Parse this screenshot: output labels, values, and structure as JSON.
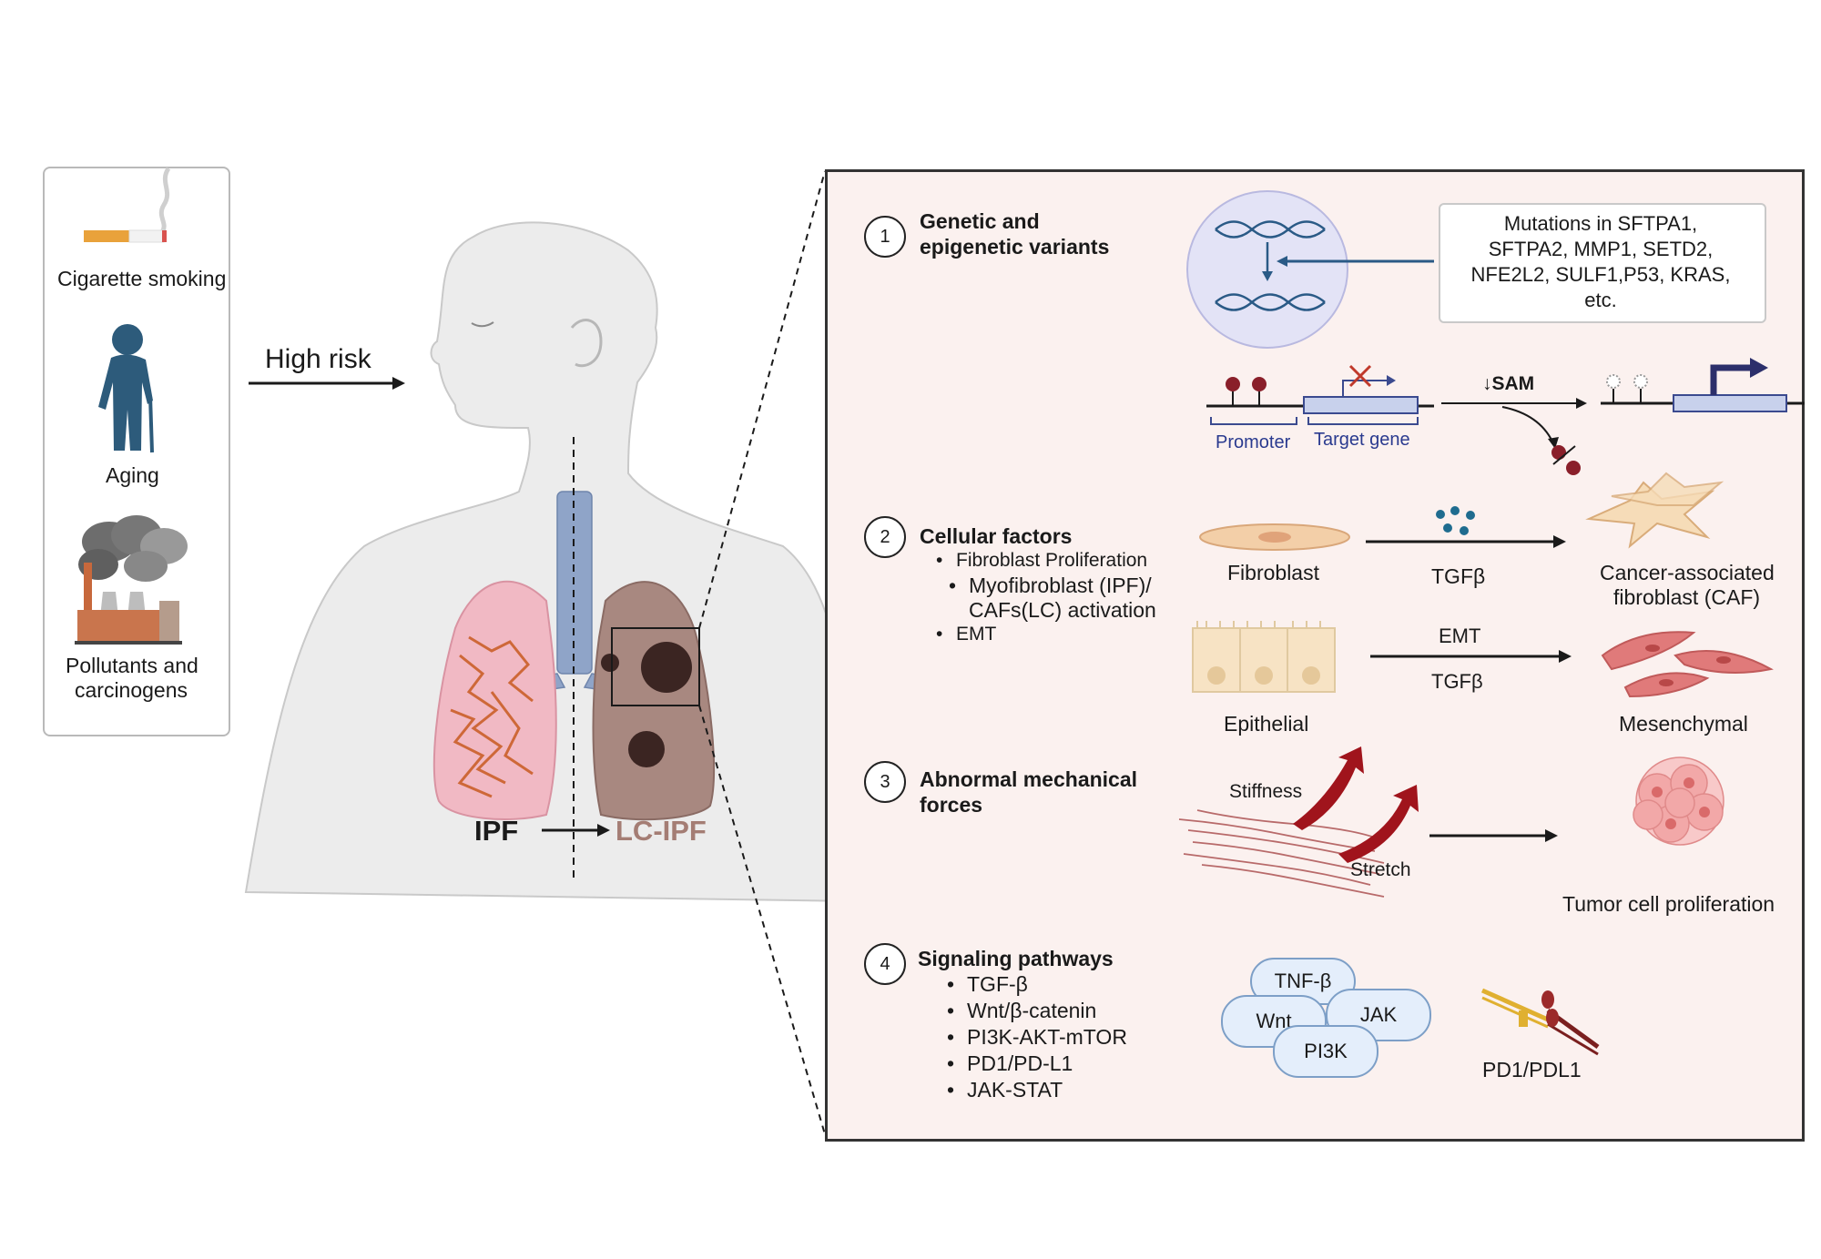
{
  "risk_factors": {
    "smoking": "Cigarette smoking",
    "aging": "Aging",
    "pollutants_line1": "Pollutants and",
    "pollutants_line2": "carcinogens"
  },
  "high_risk_label": "High risk",
  "body_labels": {
    "ipf": "IPF",
    "lc_ipf": "LC-IPF"
  },
  "colors": {
    "ipf_lung": "#f1b9c4",
    "lc_lung": "#a88880",
    "panel_bg": "#fbf1ef",
    "trachea": "#8fa4c8"
  },
  "sections": [
    {
      "number": "1",
      "title_line1": "Genetic and",
      "title_line2": "epigenetic variants",
      "mutations_line1": "Mutations in SFTPA1,",
      "mutations_line2": "SFTPA2, MMP1, SETD2,",
      "mutations_line3": "NFE2L2, SULF1,P53, KRAS,",
      "mutations_line4": "etc.",
      "promoter_label": "Promoter",
      "target_gene_label": "Target gene",
      "sam_label": "↓SAM"
    },
    {
      "number": "2",
      "title": "Cellular factors",
      "bullets": [
        "Fibroblast Proliferation",
        "Myofibroblast (IPF)/",
        "CAFs(LC) activation",
        "EMT"
      ],
      "fibroblast_label": "Fibroblast",
      "tgfb_label": "TGFβ",
      "caf_line1": "Cancer-associated",
      "caf_line2": "fibroblast (CAF)",
      "epithelial_label": "Epithelial",
      "emt_label": "EMT",
      "tgfb_label_2": "TGFβ",
      "mesenchymal_label": "Mesenchymal"
    },
    {
      "number": "3",
      "title_line1": "Abnormal mechanical",
      "title_line2": "forces",
      "stiffness_label": "Stiffness",
      "stretch_label": "Stretch",
      "tumor_label": "Tumor cell proliferation"
    },
    {
      "number": "4",
      "title": "Signaling pathways",
      "bullets": [
        "TGF-β",
        "Wnt/β-catenin",
        "PI3K-AKT-mTOR",
        "PD1/PD-L1",
        "JAK-STAT"
      ],
      "pills": {
        "tnf": "TNF-β",
        "wnt": "Wnt",
        "jak": "JAK",
        "pi3k": "PI3K"
      },
      "pd1_label": "PD1/PDL1"
    }
  ]
}
